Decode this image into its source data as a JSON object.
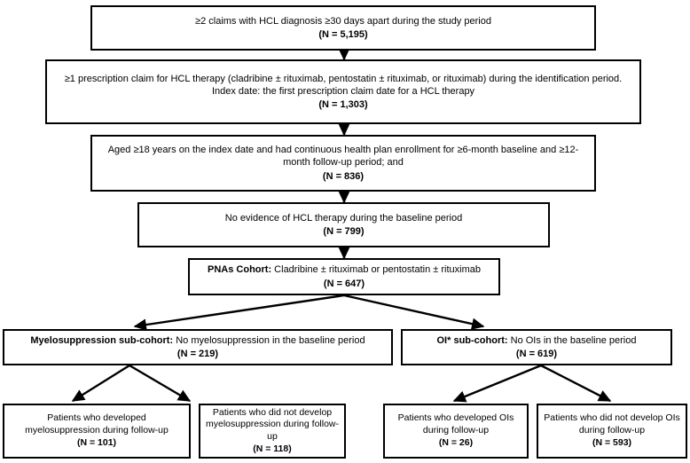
{
  "diagram": {
    "type": "flowchart",
    "title": "Patient attrition / study cohort selection flow diagram",
    "orientation": "top-down",
    "border_color": "#000000",
    "background_color": "#ffffff",
    "text_color": "#000000",
    "nodes": [
      {
        "id": "n1",
        "body": "≥2 claims with HCL diagnosis ≥30 days apart during the study period",
        "count": "(N = 5,195)"
      },
      {
        "id": "n2",
        "body": "≥1 prescription claim for HCL therapy (cladribine ± rituximab, pentostatin ± rituximab, or rituximab) during the identification period. Index date: the first prescription claim date for a HCL therapy",
        "count": "(N = 1,303)"
      },
      {
        "id": "n3",
        "body": "Aged ≥18 years on the index date and had continuous health plan enrollment for ≥6-month baseline and ≥12-month follow-up period; and",
        "count": "(N = 836)"
      },
      {
        "id": "n4",
        "body": "No evidence of HCL therapy during the baseline period",
        "count": "(N = 799)"
      },
      {
        "id": "n5",
        "lead": "PNAs Cohort:",
        "body": " Cladribine ± rituximab or pentostatin ± rituximab",
        "count": "(N = 647)"
      },
      {
        "id": "n6",
        "lead": "Myelosuppression sub-cohort:",
        "body": " No myelosuppression in the baseline period",
        "count": "(N = 219)"
      },
      {
        "id": "n7",
        "lead": "OI* sub-cohort:",
        "body": " No OIs in the baseline period",
        "count": "(N = 619)"
      },
      {
        "id": "n8",
        "body": "Patients who developed myelosuppression during follow-up",
        "count": "(N = 101)"
      },
      {
        "id": "n9",
        "body": "Patients who did not develop myelosuppression during follow-up",
        "count": "(N = 118)"
      },
      {
        "id": "n10",
        "body": "Patients who developed OIs during follow-up",
        "count": "(N = 26)"
      },
      {
        "id": "n11",
        "body": "Patients who did not develop OIs during follow-up",
        "count": "(N = 593)"
      }
    ],
    "edges": [
      {
        "from": "n1",
        "to": "n2",
        "style": "arrow-down"
      },
      {
        "from": "n2",
        "to": "n3",
        "style": "arrow-down"
      },
      {
        "from": "n3",
        "to": "n4",
        "style": "arrow-down"
      },
      {
        "from": "n4",
        "to": "n5",
        "style": "arrow-down"
      },
      {
        "from": "n5",
        "to": "n6",
        "style": "arrow-diagonal-left"
      },
      {
        "from": "n5",
        "to": "n7",
        "style": "arrow-diagonal-right"
      },
      {
        "from": "n6",
        "to": "n8",
        "style": "arrow-diagonal-left"
      },
      {
        "from": "n6",
        "to": "n9",
        "style": "arrow-diagonal-right"
      },
      {
        "from": "n7",
        "to": "n10",
        "style": "arrow-diagonal-left"
      },
      {
        "from": "n7",
        "to": "n11",
        "style": "arrow-diagonal-right"
      }
    ]
  }
}
